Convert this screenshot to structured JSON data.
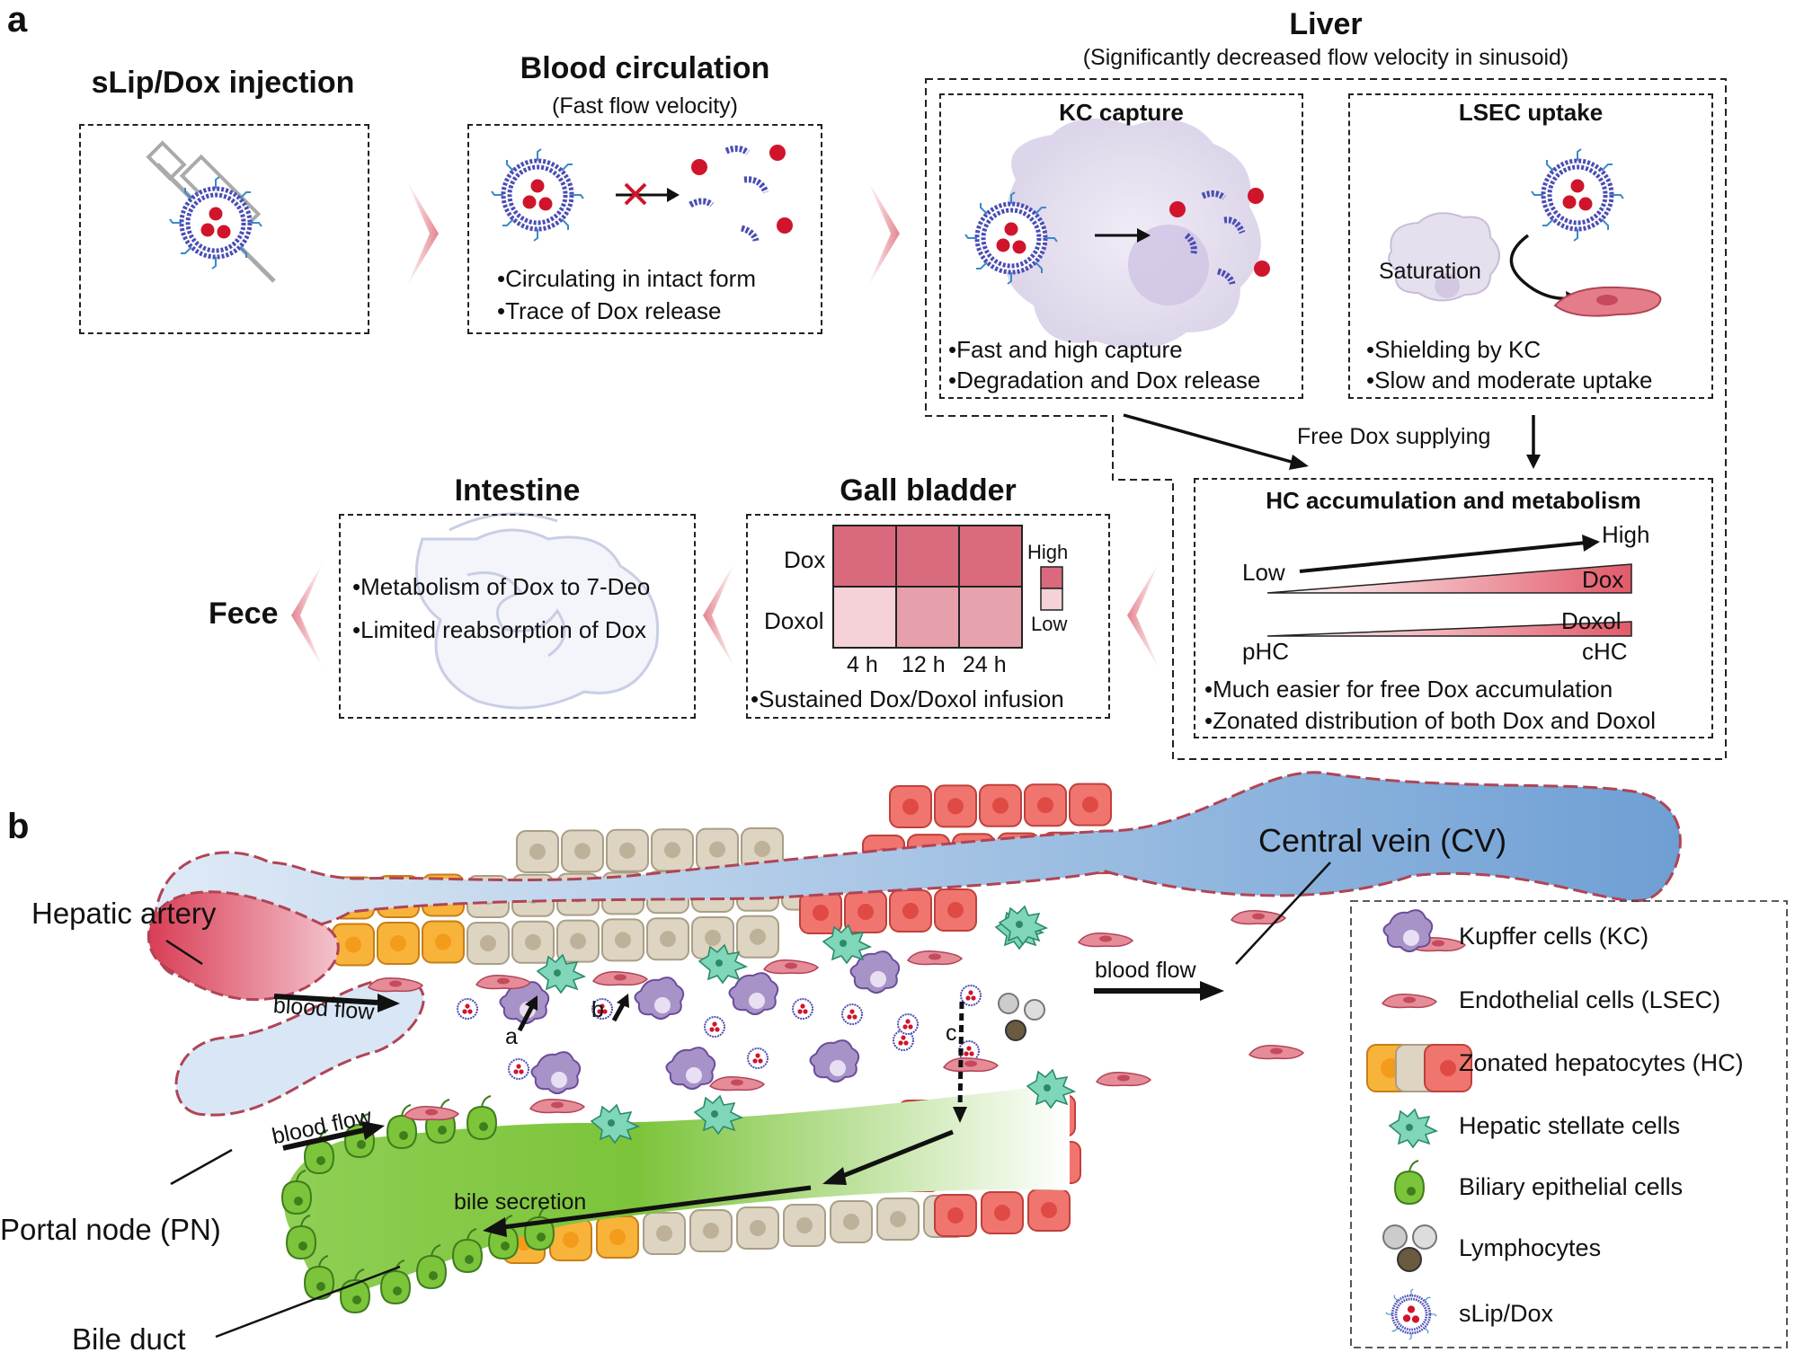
{
  "panel_a": {
    "letter": "a",
    "injection": {
      "title": "sLip/Dox injection"
    },
    "blood": {
      "title": "Blood circulation",
      "subtitle": "(Fast flow velocity)",
      "bullets": [
        "Circulating in intact form",
        "Trace of Dox release"
      ]
    },
    "liver": {
      "title": "Liver",
      "subtitle": "(Significantly decreased flow velocity in sinusoid)"
    },
    "kc": {
      "title": "KC capture",
      "bullets": [
        "Fast and high capture",
        "Degradation and Dox release"
      ]
    },
    "lsec": {
      "title": "LSEC uptake",
      "saturation": "Saturation",
      "bullets": [
        "Shielding by KC",
        "Slow and moderate uptake"
      ]
    },
    "free_dox": "Free Dox supplying",
    "hc": {
      "title": "HC accumulation and metabolism",
      "low": "Low",
      "high": "High",
      "dox": "Dox",
      "doxol": "Doxol",
      "phc": "pHC",
      "chc": "cHC",
      "bullets": [
        "Much easier for free Dox accumulation",
        "Zonated distribution of both Dox and Doxol"
      ]
    },
    "gall": {
      "title": "Gall bladder",
      "row_labels": [
        "Dox",
        "Doxol"
      ],
      "col_labels": [
        "4 h",
        "12 h",
        "24 h"
      ],
      "scale_high": "High",
      "scale_low": "Low",
      "bullet": "Sustained Dox/Doxol infusion",
      "colors_dox": [
        "#d96a7d",
        "#d86b7e",
        "#d96b7d"
      ],
      "colors_doxol": [
        "#f4d2d8",
        "#e6a0ab",
        "#e7a3ad"
      ]
    },
    "intestine": {
      "title": "Intestine",
      "bullets": [
        "Metabolism of Dox to 7-Deo",
        "Limited reabsorption of Dox"
      ]
    },
    "fece": "Fece"
  },
  "panel_b": {
    "letter": "b",
    "hepatic_artery": "Hepatic artery",
    "portal_node": "Portal node (PN)",
    "bile_duct": "Bile duct",
    "central_vein": "Central vein (CV)",
    "blood_flow": "blood flow",
    "bile_secretion": "bile secretion",
    "path_a": "a",
    "path_b": "b",
    "path_c": "c",
    "legend": [
      "Kupffer cells (KC)",
      "Endothelial cells (LSEC)",
      "Zonated hepatocytes (HC)",
      "Hepatic stellate cells",
      "Biliary epithelial cells",
      "Lymphocytes",
      "sLip/Dox"
    ]
  }
}
